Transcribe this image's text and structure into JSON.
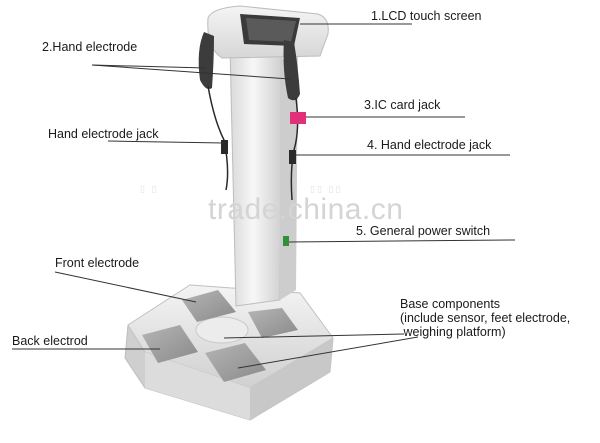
{
  "labels": {
    "lcd": "1.LCD touch screen",
    "hand_electrode": "2.Hand electrode",
    "ic_card": "3.IC card jack",
    "hand_jack_left": "Hand electrode jack",
    "hand_jack_right": "4. Hand electrode jack",
    "power_switch": "5. General power switch",
    "front_electrode": "Front electrode",
    "back_electrode": "Back electrod",
    "base_components": [
      "Base components",
      "(include sensor, feet electrode,",
      " weighing platform)"
    ]
  },
  "watermark": "trade.china.cn",
  "colors": {
    "body": "#e9e9e9",
    "pad": "#9a9a9a",
    "card": "#e0307a",
    "line": "#333333"
  }
}
